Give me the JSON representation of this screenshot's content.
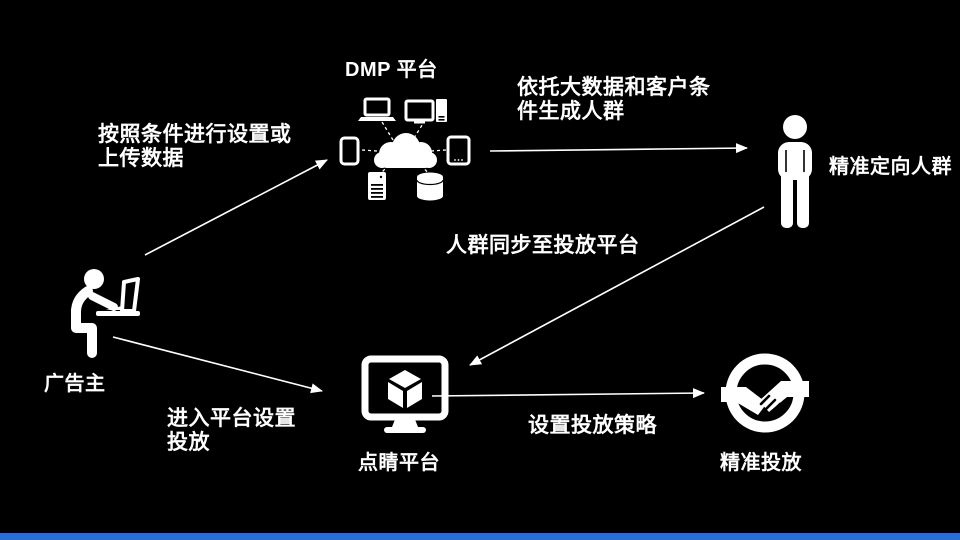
{
  "page": {
    "background": "#000000",
    "text_color": "#FFFFFF"
  },
  "footer": {
    "accent_bar_color": "#2B6FD6"
  },
  "nodes": {
    "dmp": {
      "label": "DMP 平台"
    },
    "audience": {
      "label": "精准定向人群"
    },
    "advertiser": {
      "label": "广告主"
    },
    "platform": {
      "label": "点睛平台"
    },
    "delivery": {
      "label": "精准投放"
    }
  },
  "annotations": {
    "setup": {
      "line1": "按照条件进行设置或",
      "line2": "上传数据"
    },
    "generate": {
      "line1": "依托大数据和客户条",
      "line2": "件生成人群"
    },
    "sync": {
      "text": "人群同步至投放平台"
    },
    "enter": {
      "line1": "进入平台设置",
      "line2": "投放"
    },
    "strategy": {
      "text": "设置投放策略"
    }
  },
  "icons": {
    "dmp_cluster": [
      "cloud-icon",
      "laptop-icon",
      "desktop-icon",
      "smartphone-icon",
      "tablet-icon",
      "server-icon",
      "database-icon"
    ],
    "audience": "person-icon",
    "advertiser": "person-at-desk-icon",
    "platform": "monitor-cube-icon",
    "delivery": "handshake-icon"
  },
  "arrows": [
    "advertiser-to-dmp",
    "dmp-to-audience",
    "audience-to-platform",
    "advertiser-to-platform",
    "platform-to-delivery"
  ]
}
